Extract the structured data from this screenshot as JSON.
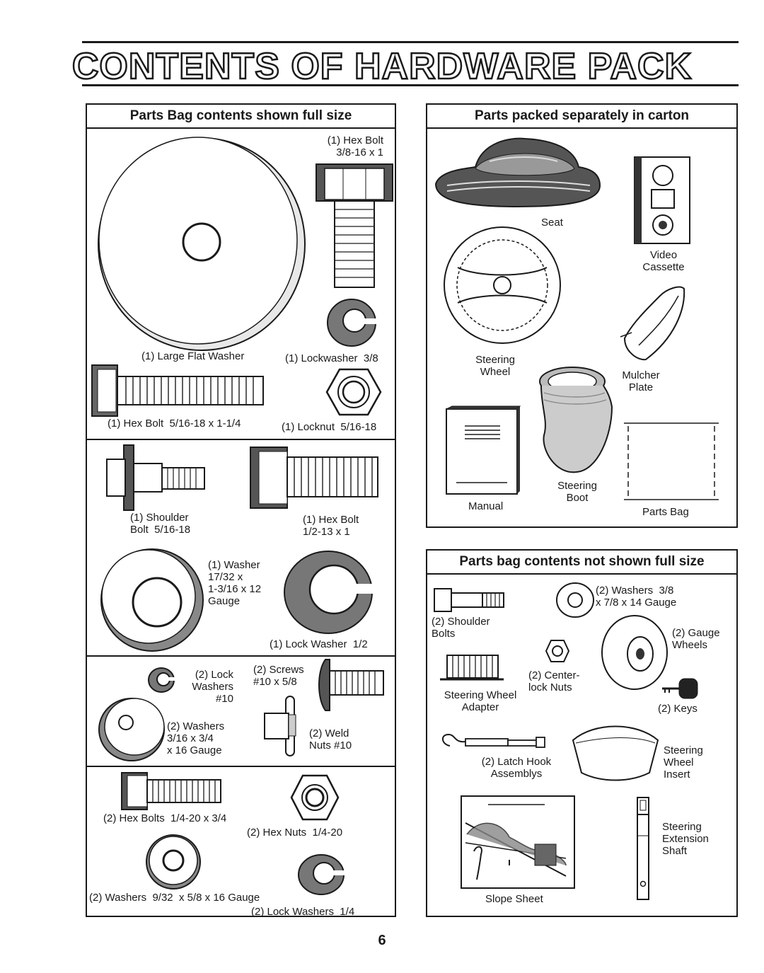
{
  "title": "CONTENTS OF HARDWARE PACK",
  "page_number": "6",
  "left_panel": {
    "heading": "Parts Bag contents shown full size",
    "items": {
      "hex_bolt_38": "(1) Hex Bolt\n3/8-16 x 1",
      "large_flat_washer": "(1) Large Flat Washer",
      "lockwasher_38": "(1) Lockwasher  3/8",
      "hex_bolt_516": "(1) Hex Bolt  5/16-18 x 1-1/4",
      "locknut_516": "(1) Locknut  5/16-18",
      "shoulder_bolt": "(1) Shoulder\nBolt  5/16-18",
      "hex_bolt_12": "(1) Hex Bolt\n1/2-13 x 1",
      "washer_1732": "(1) Washer\n17/32 x\n1-3/16 x 12\nGauge",
      "lock_washer_12": "(1) Lock Washer  1/2",
      "lock_washers_10": "(2) Lock\nWashers\n#10",
      "screws_10": "(2) Screws\n#10 x 5/8",
      "washers_316": "(2) Washers\n3/16 x 3/4\nx 16 Gauge",
      "weld_nuts": "(2) Weld\nNuts #10",
      "hex_bolts_14": "(2) Hex Bolts  1/4-20 x 3/4",
      "hex_nuts_14": "(2) Hex Nuts  1/4-20",
      "washers_932": "(2) Washers  9/32  x 5/8 x 16 Gauge",
      "lock_washers_14": "(2) Lock Washers  1/4"
    }
  },
  "right_top_panel": {
    "heading": "Parts packed separately in carton",
    "items": {
      "seat": "Seat",
      "video_cassette": "Video\nCassette",
      "steering_wheel": "Steering\nWheel",
      "mulcher_plate": "Mulcher\nPlate",
      "manual": "Manual",
      "steering_boot": "Steering\nBoot",
      "parts_bag": "Parts Bag"
    }
  },
  "right_bottom_panel": {
    "heading": "Parts bag contents not shown full size",
    "items": {
      "washers_38": "(2) Washers  3/8\nx 7/8 x 14 Gauge",
      "shoulder_bolts": "(2) Shoulder\nBolts",
      "gauge_wheels": "(2) Gauge\nWheels",
      "center_lock_nuts": "(2) Center-\nlock Nuts",
      "steering_wheel_adapter": "Steering Wheel\nAdapter",
      "keys": "(2) Keys",
      "latch_hook": "(2) Latch Hook\nAssemblys",
      "steering_wheel_insert": "Steering\nWheel\nInsert",
      "steering_extension_shaft": "Steering\nExtension\nShaft",
      "slope_sheet": "Slope Sheet"
    }
  }
}
